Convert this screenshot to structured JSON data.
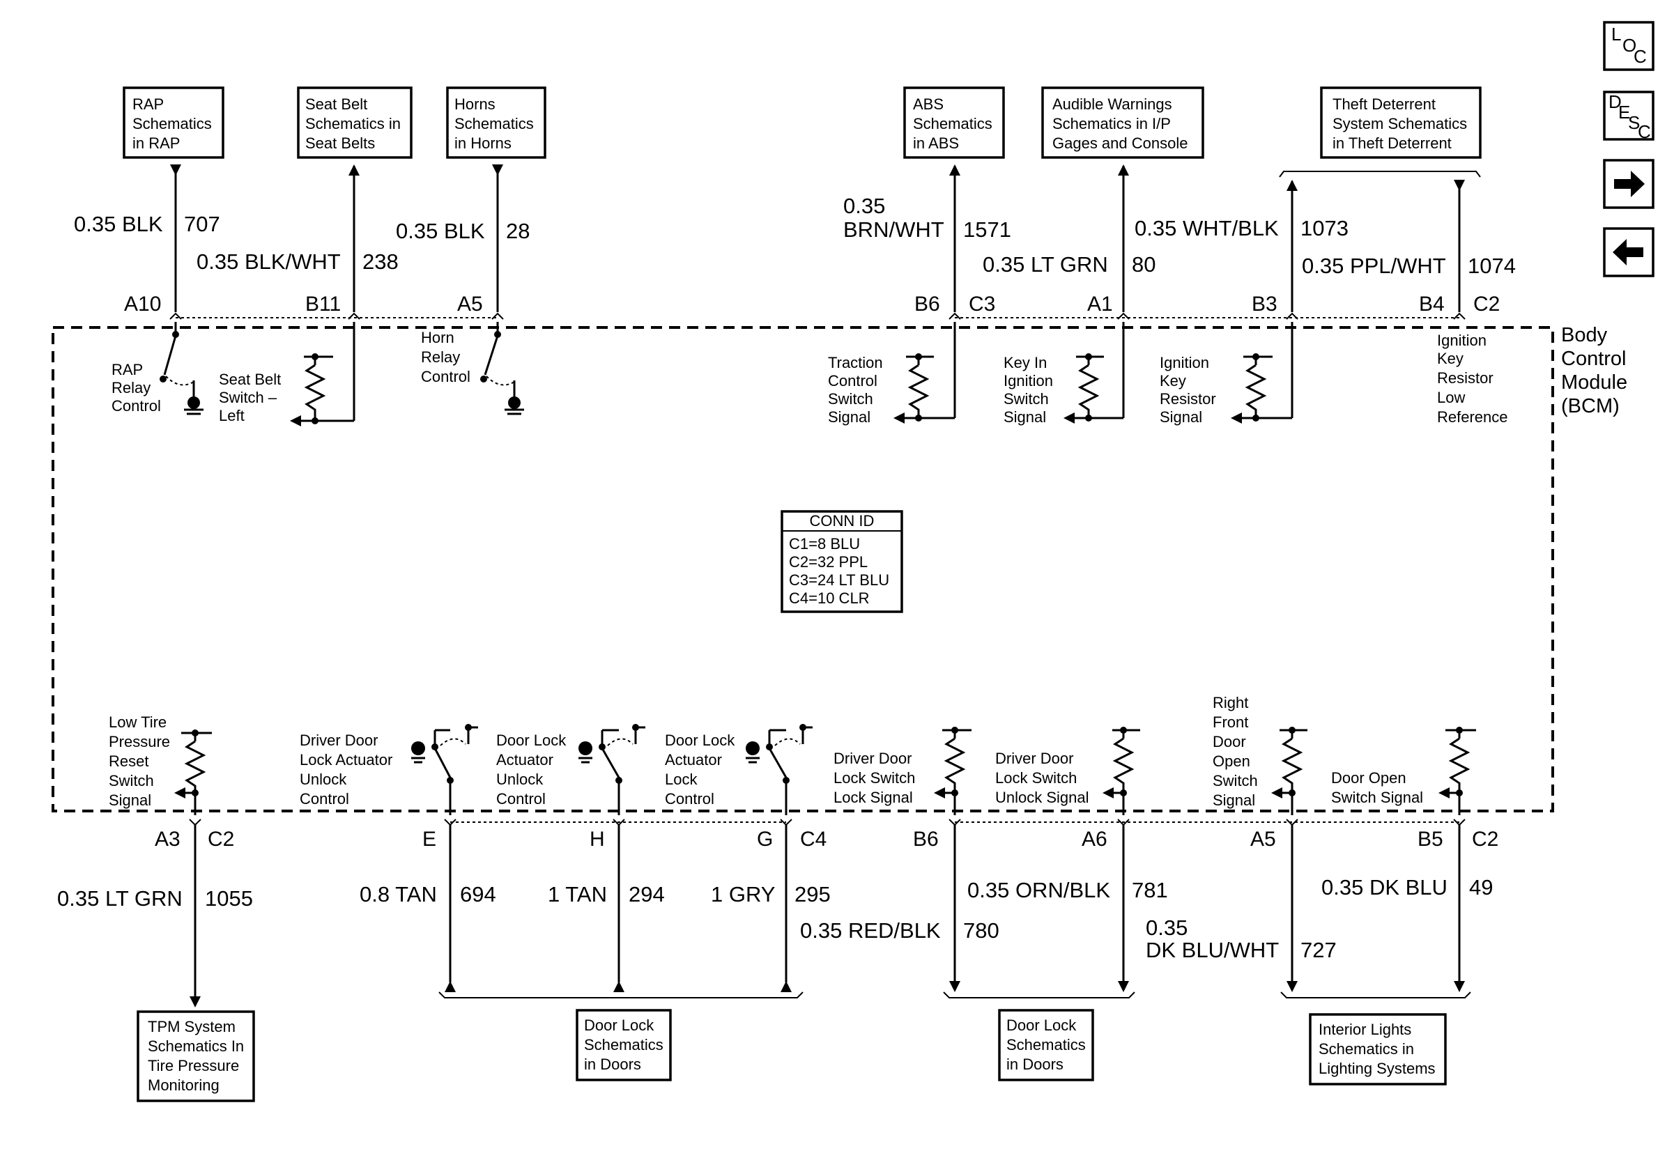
{
  "module": {
    "lines": [
      "Body",
      "Control",
      "Module",
      "(BCM)"
    ]
  },
  "nav": {
    "loc": [
      "L",
      "O",
      "C"
    ],
    "desc": [
      "D",
      "E",
      "S",
      "C"
    ],
    "next": "right-arrow-icon",
    "prev": "left-arrow-icon"
  },
  "conn_id": {
    "title": "CONN ID",
    "lines": [
      "C1=8 BLU",
      "C2=32 PPL",
      "C3=24 LT BLU",
      "C4=10 CLR"
    ]
  },
  "top_refs": [
    {
      "lines": [
        "RAP",
        "Schematics",
        "in RAP"
      ]
    },
    {
      "lines": [
        "Seat Belt",
        "Schematics in",
        "Seat Belts"
      ]
    },
    {
      "lines": [
        "Horns",
        "Schematics",
        "in Horns"
      ]
    },
    {
      "lines": [
        "ABS",
        "Schematics",
        "in ABS"
      ]
    },
    {
      "lines": [
        "Audible Warnings",
        "Schematics in I/P",
        "Gages and Console"
      ]
    },
    {
      "lines": [
        "Theft Deterrent",
        "System Schematics",
        "in Theft Deterrent"
      ]
    }
  ],
  "top_wires": [
    {
      "gauge": "0.35 BLK",
      "circuit": "707",
      "pin": "A10"
    },
    {
      "gauge": "0.35 BLK/WHT",
      "circuit": "238",
      "pin": "B11"
    },
    {
      "gauge": "0.35 BLK",
      "circuit": "28",
      "pin": "A5"
    },
    {
      "gauge": [
        "0.35",
        "BRN/WHT"
      ],
      "circuit": "1571",
      "pin": "B6",
      "conn": "C3"
    },
    {
      "gauge": "0.35 LT GRN",
      "circuit": "80",
      "pin": "A1"
    },
    {
      "gauge": "0.35 WHT/BLK",
      "circuit": "1073",
      "pin": "B3"
    },
    {
      "gauge": "0.35 PPL/WHT",
      "circuit": "1074",
      "pin": "B4",
      "conn": "C2"
    }
  ],
  "top_internal": [
    {
      "lines": [
        "RAP",
        "Relay",
        "Control"
      ]
    },
    {
      "lines": [
        "Seat Belt",
        "Switch –",
        "Left"
      ]
    },
    {
      "lines": [
        "Horn",
        "Relay",
        "Control"
      ]
    },
    {
      "lines": [
        "Traction",
        "Control",
        "Switch",
        "Signal"
      ]
    },
    {
      "lines": [
        "Key In",
        "Ignition",
        "Switch",
        "Signal"
      ]
    },
    {
      "lines": [
        "Ignition",
        "Key",
        "Resistor",
        "Signal"
      ]
    },
    {
      "lines": [
        "Ignition",
        "Key",
        "Resistor",
        "Low",
        "Reference"
      ]
    }
  ],
  "bottom_internal": [
    {
      "lines": [
        "Low Tire",
        "Pressure",
        "Reset",
        "Switch",
        "Signal"
      ]
    },
    {
      "lines": [
        "Driver Door",
        "Lock Actuator",
        "Unlock",
        "Control"
      ]
    },
    {
      "lines": [
        "Door Lock",
        "Actuator",
        "Unlock",
        "Control"
      ]
    },
    {
      "lines": [
        "Door Lock",
        "Actuator",
        "Lock",
        "Control"
      ]
    },
    {
      "lines": [
        "Driver Door",
        "Lock Switch",
        "Lock Signal"
      ]
    },
    {
      "lines": [
        "Driver Door",
        "Lock Switch",
        "Unlock Signal"
      ]
    },
    {
      "lines": [
        "Right",
        "Front",
        "Door",
        "Open",
        "Switch",
        "Signal"
      ]
    },
    {
      "lines": [
        "Door Open",
        "Switch Signal"
      ]
    }
  ],
  "bottom_wires": [
    {
      "gauge": "0.35 LT GRN",
      "circuit": "1055",
      "pin": "A3",
      "conn": "C2"
    },
    {
      "gauge": "0.8 TAN",
      "circuit": "694",
      "pin": "E"
    },
    {
      "gauge": "1 TAN",
      "circuit": "294",
      "pin": "H"
    },
    {
      "gauge": "1 GRY",
      "circuit": "295",
      "pin": "G",
      "conn": "C4"
    },
    {
      "gauge": "0.35 RED/BLK",
      "circuit": "780",
      "pin": "B6"
    },
    {
      "gauge": "0.35 ORN/BLK",
      "circuit": "781",
      "pin": "A6"
    },
    {
      "gauge": [
        "0.35",
        "DK BLU/WHT"
      ],
      "circuit": "727",
      "pin": "A5"
    },
    {
      "gauge": "0.35 DK BLU",
      "circuit": "49",
      "pin": "B5",
      "conn": "C2"
    }
  ],
  "bottom_refs": [
    {
      "lines": [
        "TPM System",
        "Schematics In",
        "Tire Pressure",
        "Monitoring"
      ]
    },
    {
      "lines": [
        "Door Lock",
        "Schematics",
        "in Doors"
      ]
    },
    {
      "lines": [
        "Door Lock",
        "Schematics",
        "in Doors"
      ]
    },
    {
      "lines": [
        "Interior Lights",
        "Schematics in",
        "Lighting Systems"
      ]
    }
  ]
}
